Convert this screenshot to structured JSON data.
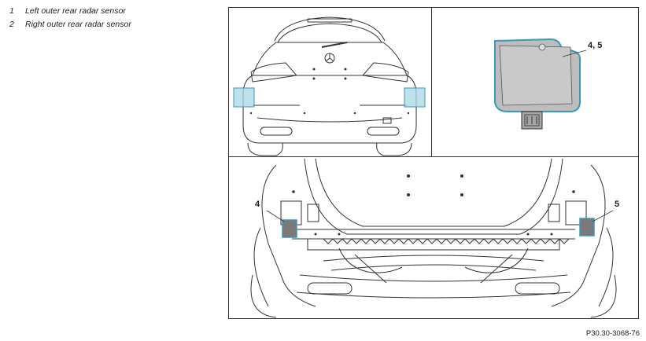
{
  "legend": [
    {
      "num": "1",
      "text": "Left outer rear radar sensor"
    },
    {
      "num": "2",
      "text": "Right outer rear radar sensor"
    }
  ],
  "callouts": {
    "module": "4, 5",
    "left": "4",
    "right": "5"
  },
  "figure_ref": "P30.30-3068-76",
  "colors": {
    "highlight": "#a8d8e6",
    "highlight_stroke": "#3a98b8",
    "sensor_body": "#bdbdbd",
    "line": "#333333"
  }
}
